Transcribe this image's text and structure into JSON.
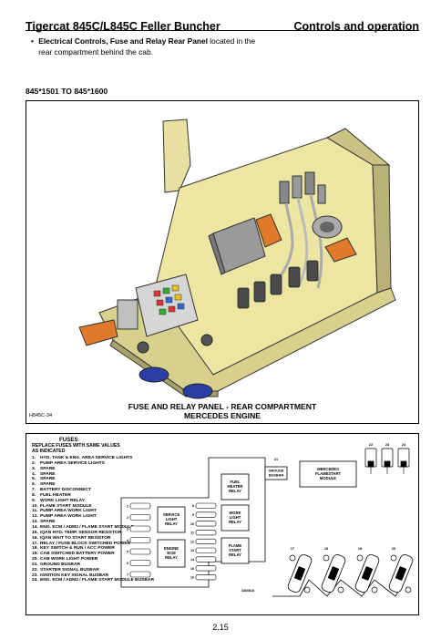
{
  "header": {
    "title": "Tigercat 845C/L845C Feller Buncher",
    "section": "Controls and operation"
  },
  "intro": {
    "bullet": "•",
    "bold_text": "Electrical Controls, Fuse and Relay Rear Panel",
    "rest_text": " located in the rear compartment behind the cab."
  },
  "model_range": "845*1501 TO 845*1600",
  "figure1": {
    "caption_line1": "FUSE AND RELAY PANEL - REAR COMPARTMENT",
    "caption_line2": "MERCEDES ENGINE",
    "figure_id": "H845C-34"
  },
  "figure2": {
    "fuses_title": "FUSES",
    "fuses_note": "REPLACE FUSES WITH SAME VALUES AS INDICATED",
    "fuses": [
      {
        "num": "1.",
        "label": "HYD, TANK & ENG. AREA SERVICE LIGHTS"
      },
      {
        "num": "2.",
        "label": "PUMP AREA SERVICE LIGHTS"
      },
      {
        "num": "3.",
        "label": "SPARE"
      },
      {
        "num": "4.",
        "label": "SPARE"
      },
      {
        "num": "5.",
        "label": "SPARE"
      },
      {
        "num": "6.",
        "label": "SPARE"
      },
      {
        "num": "7.",
        "label": "BATTERY DISCONNECT"
      },
      {
        "num": "8.",
        "label": "FUEL HEATER"
      },
      {
        "num": "9.",
        "label": "WORK LIGHT RELAY"
      },
      {
        "num": "10.",
        "label": "FLAME START MODULE"
      },
      {
        "num": "11.",
        "label": "PUMP AREA WORK LIGHT"
      },
      {
        "num": "12.",
        "label": "PUMP AREA WORK LIGHT"
      },
      {
        "num": "13.",
        "label": "SPARE"
      },
      {
        "num": "14.",
        "label": "ENG. ECM / ADM2 / FLAME START MODULE"
      },
      {
        "num": "15.",
        "label": "IQAN HYD. TEMP. SENSOR RESISTOR"
      },
      {
        "num": "16.",
        "label": "IQAN WAIT TO START RESISTOR"
      },
      {
        "num": "17.",
        "label": "RELAY / FUSE BLOCK SWITCHED POWER"
      },
      {
        "num": "18.",
        "label": "KEY SWITCH & RUN / ACC POWER"
      },
      {
        "num": "19.",
        "label": "CAB SWITCHED BATTERY POWER"
      },
      {
        "num": "20.",
        "label": "CAB WORK LIGHT POWER"
      },
      {
        "num": "21.",
        "label": "GROUND BUSBAR"
      },
      {
        "num": "22.",
        "label": "STARTER SIGNAL BUSBAR"
      },
      {
        "num": "23.",
        "label": "IGNITION KEY SIGNAL BUSBAR"
      },
      {
        "num": "24.",
        "label": "ENG. ECM / ADM2 / FLAME START MODULE BUSBAR"
      }
    ],
    "relays": {
      "fuel_heater": [
        "FUEL",
        "HEATER",
        "RELAY"
      ],
      "service_light": [
        "SERVICE",
        "LIGHT",
        "RELAY"
      ],
      "work_light": [
        "WORK",
        "LIGHT",
        "RELAY"
      ],
      "engine_ecm": [
        "ENGINE",
        "ECM",
        "RELAY"
      ],
      "flame_start": [
        "FLAME",
        "START",
        "RELAY"
      ]
    },
    "ground_busbar": [
      "GROUND",
      "BUSBAR"
    ],
    "mercedes_module": [
      "MERCEDES",
      "FLAMESTART",
      "MODULE"
    ],
    "callouts": {
      "ground": "21",
      "top_row": [
        "22",
        "23",
        "24"
      ],
      "big_fuses": [
        "17",
        "18",
        "19",
        "20"
      ],
      "left_fuses": [
        "1",
        "2",
        "3",
        "4",
        "5",
        "6",
        "7"
      ],
      "right_fuses": [
        "8",
        "9",
        "10",
        "11",
        "12",
        "13",
        "14",
        "15",
        "16"
      ]
    },
    "drawing_id": "3460815"
  },
  "page_number": "2.15"
}
